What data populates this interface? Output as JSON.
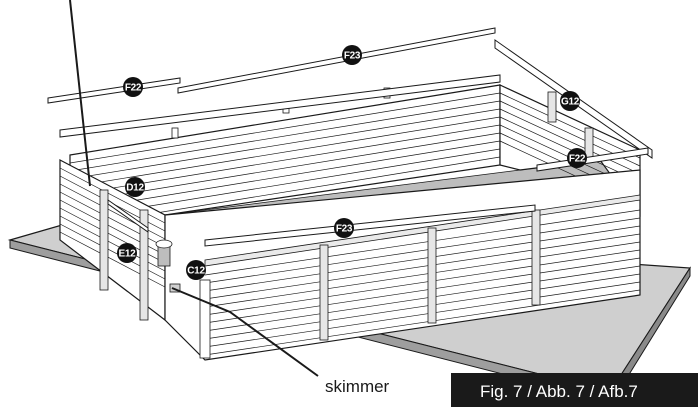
{
  "parts": [
    {
      "label": "F23"
    },
    {
      "label": "F22"
    },
    {
      "label": "G12"
    },
    {
      "label": "F22"
    },
    {
      "label": "D12"
    },
    {
      "label": "F23"
    },
    {
      "label": "E12"
    },
    {
      "label": "C12"
    }
  ],
  "callouts": {
    "skimmer": "skimmer"
  },
  "caption": "Fig. 7 / Abb. 7 / Afb.7",
  "colors": {
    "line": "#1a1a1a",
    "base": "#c9c9c9",
    "floor": "#bdbdbd",
    "label_bg": "#111111",
    "caption_bg": "#1a1a1a"
  }
}
